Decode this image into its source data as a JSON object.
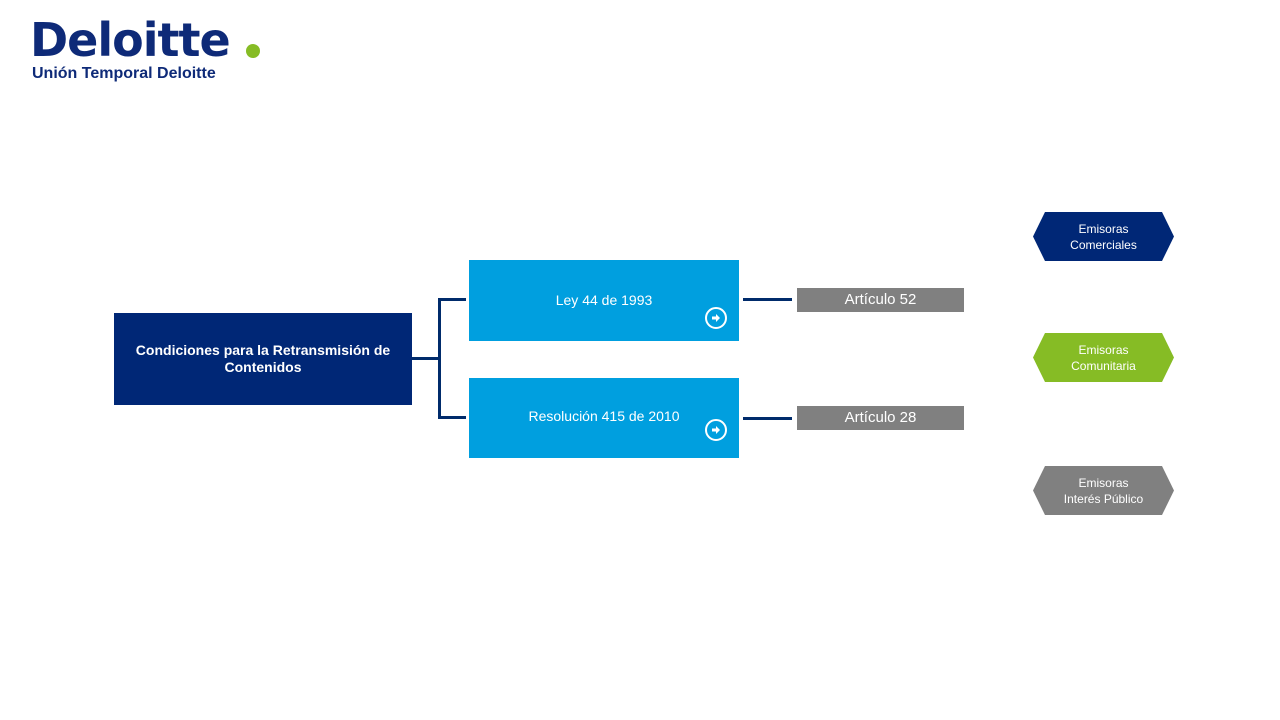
{
  "logo": {
    "wordmark": "Deloitte",
    "subtitle": "Unión Temporal Deloitte",
    "colors": {
      "wordmark": "#0e2a78",
      "dot": "#86bc25"
    }
  },
  "diagram": {
    "main": {
      "label": "Condiciones para la Retransmisión de Contenidos",
      "color": "#002776"
    },
    "laws": [
      {
        "label": "Ley 44 de 1993",
        "icon": "arrow-right-circle-icon",
        "color": "#009fdf"
      },
      {
        "label": "Resolución 415 de 2010",
        "icon": "arrow-right-circle-icon",
        "color": "#009fdf"
      }
    ],
    "articles": [
      {
        "label": "Artículo 52",
        "color": "#808080"
      },
      {
        "label": "Artículo 28",
        "color": "#808080"
      }
    ],
    "emisoras": [
      {
        "line1": "Emisoras",
        "line2": "Comerciales",
        "color": "#002776"
      },
      {
        "line1": "Emisoras",
        "line2": "Comunitaria",
        "color": "#86bc25"
      },
      {
        "line1": "Emisoras",
        "line2": "Interés Público",
        "color": "#808080"
      }
    ],
    "connector_color": "#002b6b"
  }
}
